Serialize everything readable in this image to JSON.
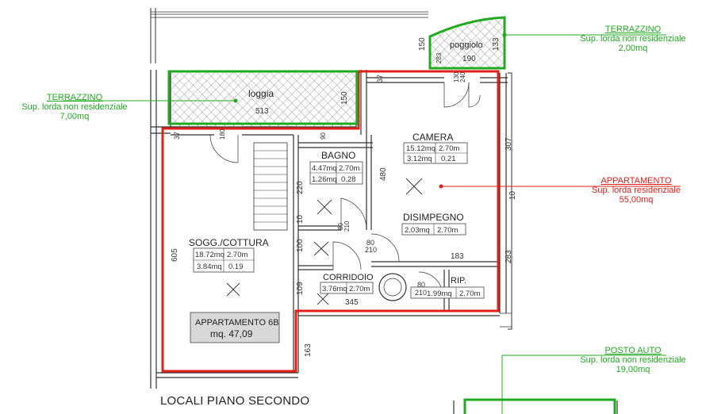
{
  "title": "LOCALI PIANO SECONDO",
  "colors": {
    "green": "#1faa1f",
    "red": "#e0201a",
    "ink": "#333333"
  },
  "callouts": {
    "terrazzino_right": {
      "title": "TERRAZZINO",
      "subtitle": "Sup. lorda non residenziale",
      "value": "2,00mq"
    },
    "terrazzino_left": {
      "title": "TERRAZZINO",
      "subtitle": "Sup. lorda non residenziale",
      "value": "7,00mq"
    },
    "appartamento": {
      "title": "APPARTAMENTO",
      "subtitle": "Sup. lorda residenziale",
      "value": "55,00mq"
    },
    "posto_auto": {
      "title": "POSTO AUTO",
      "subtitle": "Sup. lorda non residenziale",
      "value": "19,00mq"
    }
  },
  "rooms": {
    "poggiolo": "poggiolo",
    "loggia": "loggia",
    "camera": "CAMERA",
    "bagno": "BAGNO",
    "disimpegno": "DISIMPEGNO",
    "soggiorno": "SOGG./COTTURA",
    "corridoio": "CORRIDOIO",
    "rip": "RIP."
  },
  "room_data": {
    "camera": [
      "15.12mq",
      "2.70m",
      "3.12mq",
      "0.21"
    ],
    "bagno": [
      "4.47mq",
      "2.70m",
      "1.26mq",
      "0.28"
    ],
    "disimpegno": [
      "2.03mq",
      "2.70m"
    ],
    "soggiorno": [
      "18.72mq",
      "2.70m",
      "3.84mq",
      "0.19"
    ],
    "corridoio": [
      "3.76mq",
      "2.70m"
    ],
    "rip": [
      "1.99mq",
      "2.70m"
    ]
  },
  "unit_label": {
    "name": "APPARTAMENTO 6B",
    "area": "mq. 47,09"
  },
  "dimensions": {
    "d150_top": "150",
    "d190": "190",
    "d133": "133",
    "d283_small": "283",
    "d513": "513",
    "d150_loggia": "150",
    "d37_a": "37",
    "d37_b": "37",
    "d307": "307",
    "d480": "480",
    "d220": "220",
    "d10_a": "10",
    "d10_b": "10",
    "d100": "100",
    "d605": "605",
    "d109": "109",
    "d345": "345",
    "d183": "183",
    "d283": "283",
    "d163": "163",
    "d80_a": "80",
    "d210_a": "210",
    "d80_b": "80",
    "d210_b": "210",
    "d80_c": "80",
    "d210_c": "210",
    "d130": "130",
    "d240": "240",
    "d90": "90",
    "d180": "180"
  }
}
